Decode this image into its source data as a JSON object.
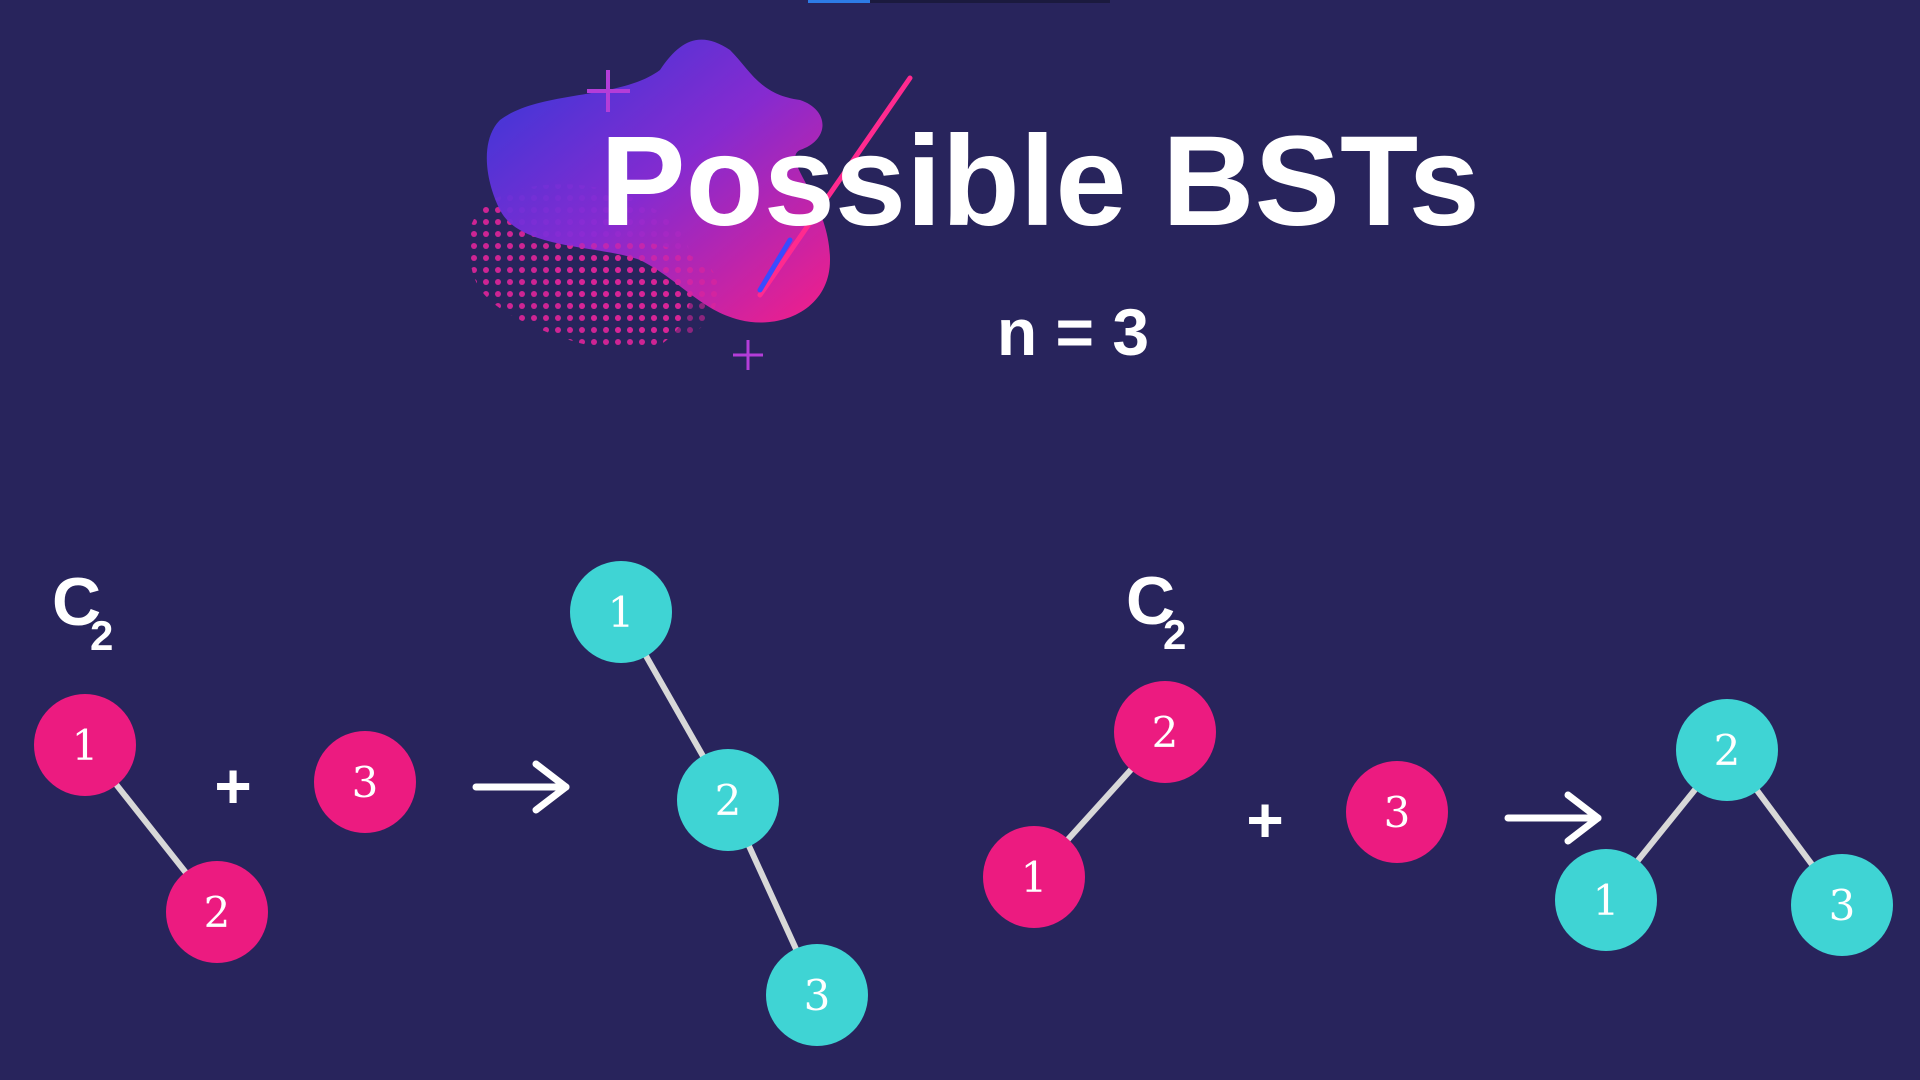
{
  "title": "Possible BSTs",
  "subtitle": "n = 3",
  "colors": {
    "background": "#28245c",
    "pink_node": "#ec1b80",
    "cyan_node": "#3fd4d4",
    "edge": "#d8d8d8",
    "text": "#ffffff"
  },
  "groups": [
    {
      "catalan_label": "C",
      "catalan_subscript": "2",
      "left_tree": {
        "root": "1",
        "child": "2"
      },
      "added_node": "3",
      "plus": "+",
      "arrow": "→",
      "result_tree": {
        "root": "1",
        "middle": "2",
        "leaf": "3"
      }
    },
    {
      "catalan_label": "C",
      "catalan_subscript": "2",
      "left_tree": {
        "root": "2",
        "child": "1"
      },
      "added_node": "3",
      "plus": "+",
      "arrow": "→",
      "result_tree": {
        "root": "2",
        "left": "1",
        "right": "3"
      }
    }
  ]
}
